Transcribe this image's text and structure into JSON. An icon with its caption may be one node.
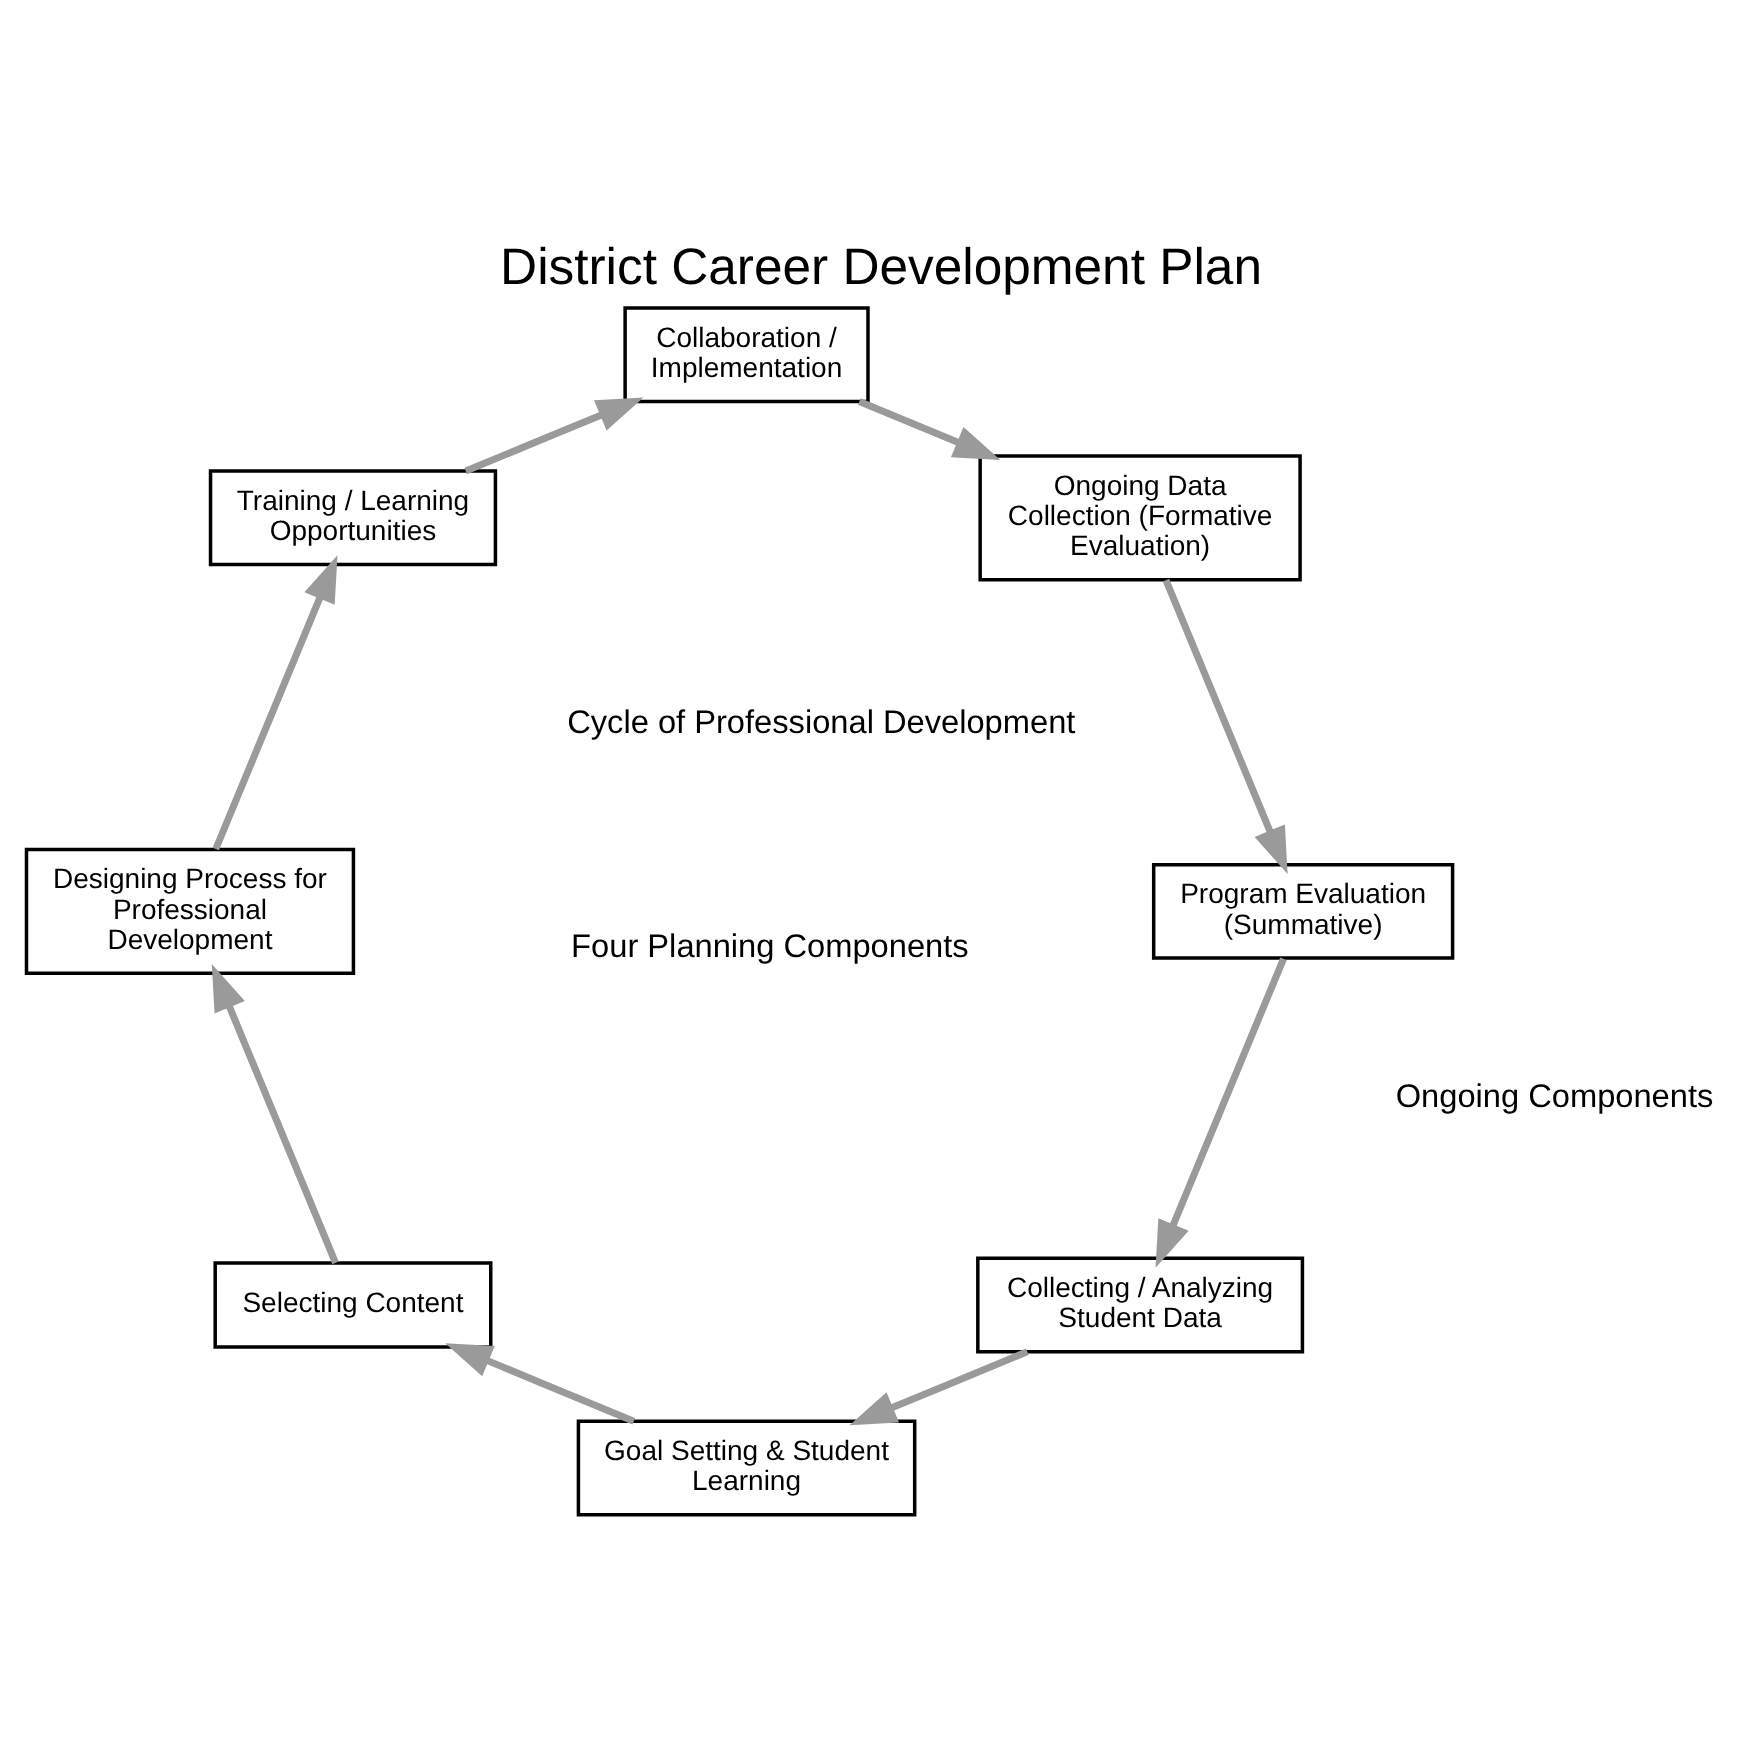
{
  "diagram": {
    "title": "District Career Development Plan",
    "nodes": [
      {
        "text": [
          "Collecting / Analyzing Student Data"
        ]
      },
      {
        "text": [
          "Goal Setting & Student Learning"
        ]
      },
      {
        "text": [
          "Selecting Content"
        ]
      },
      {
        "text": [
          "Designing Process for Professional Development"
        ]
      },
      {
        "text": [
          "Training / Learning Opportunities"
        ]
      },
      {
        "text": [
          "Collaboration / Implementation"
        ]
      },
      {
        "text": [
          "Ongoing Data Collection (Formative Evaluation)"
        ]
      },
      {
        "text": [
          "Program Evaluation (Summative)"
        ]
      }
    ],
    "edges": [
      {
        "from": 0,
        "to": 1,
        "arrow": "to"
      },
      {
        "from": 1,
        "to": 2,
        "arrow": "to"
      },
      {
        "from": 2,
        "to": 3,
        "arrow": "to"
      },
      {
        "from": 3,
        "to": 4,
        "arrow": "to"
      },
      {
        "from": 4,
        "to": 5,
        "arrow": "to"
      },
      {
        "from": 5,
        "to": 6,
        "arrow": "to"
      },
      {
        "from": 6,
        "to": 7,
        "arrow": "to"
      },
      {
        "from": 7,
        "to": 0,
        "arrow": "to"
      }
    ],
    "labels": [
      "Cycle of Professional Development",
      "Four Planning Components",
      "Ongoing Components"
    ]
  }
}
